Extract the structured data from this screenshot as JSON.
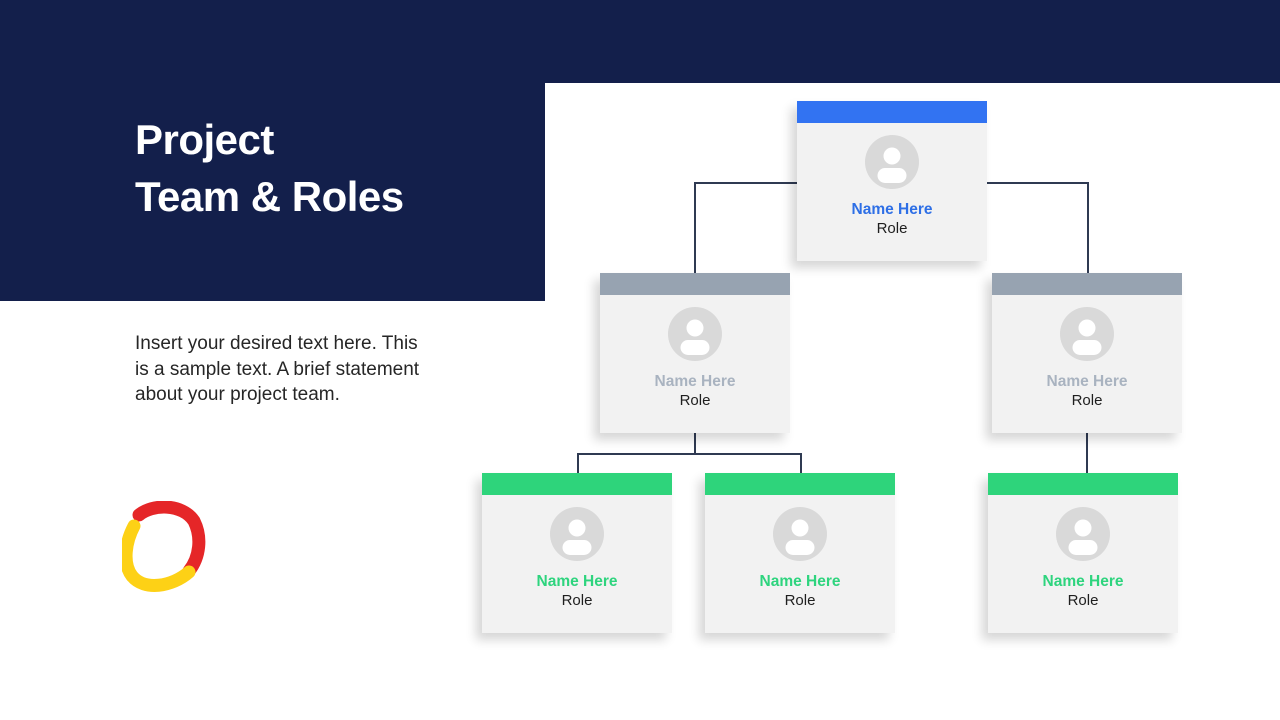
{
  "header": {
    "title_line1": "Project",
    "title_line2": "Team & Roles"
  },
  "description": {
    "line1": "Insert your desired text here. This",
    "line2": "is a sample text. A brief statement",
    "line3": "about your project team."
  },
  "org_chart": {
    "type": "org-chart",
    "levels": 3,
    "nodes": [
      {
        "name": "Name Here",
        "role": "Role",
        "tier": "executive",
        "accent": "blue",
        "reports_to": null
      },
      {
        "name": "Name Here",
        "role": "Role",
        "tier": "manager",
        "accent": "gray",
        "reports_to": 0
      },
      {
        "name": "Name Here",
        "role": "Role",
        "tier": "manager",
        "accent": "gray",
        "reports_to": 0
      },
      {
        "name": "Name Here",
        "role": "Role",
        "tier": "member",
        "accent": "green",
        "reports_to": 1
      },
      {
        "name": "Name Here",
        "role": "Role",
        "tier": "member",
        "accent": "green",
        "reports_to": 1
      },
      {
        "name": "Name Here",
        "role": "Role",
        "tier": "member",
        "accent": "green",
        "reports_to": 2
      }
    ]
  },
  "colors": {
    "navy": "#131f4b",
    "blue": "#3273f2",
    "gray": "#97a3b1",
    "green": "#2ed47b",
    "name_blue": "#2e6fe6",
    "name_gray": "#a9b3c0",
    "name_green": "#2ed47e",
    "card_bg": "#f2f2f2",
    "connector": "#2f3a52",
    "logo_red": "#e52628",
    "logo_yellow": "#fdd116"
  }
}
